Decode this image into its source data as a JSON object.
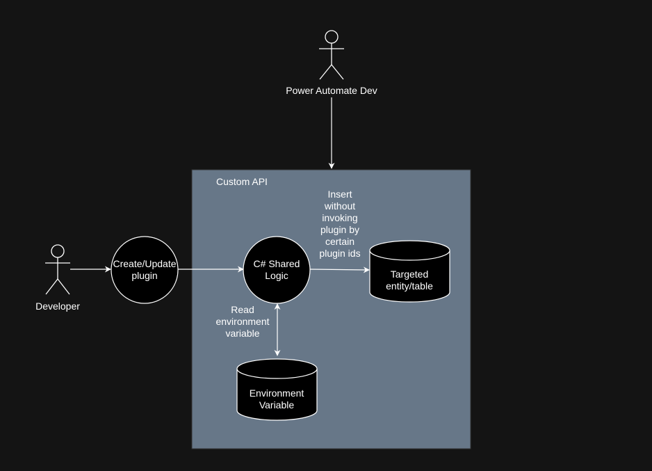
{
  "container": {
    "title": "Custom API",
    "fill": "#677788",
    "stroke": "#333333"
  },
  "actors": {
    "power_automate": "Power Automate Dev",
    "developer": "Developer"
  },
  "nodes": {
    "create_update_plugin": "Create/Update plugin",
    "shared_logic": "C# Shared Logic",
    "targeted_table": "Targeted entity/table",
    "environment_variable": "Environment Variable"
  },
  "edges": {
    "insert_label": "Insert without invoking plugin by certain plugin ids",
    "read_label": "Read environment variable"
  },
  "colors": {
    "background": "#141414",
    "shape_fill": "#000000",
    "line": "#ffffff",
    "text": "#ffffff"
  }
}
